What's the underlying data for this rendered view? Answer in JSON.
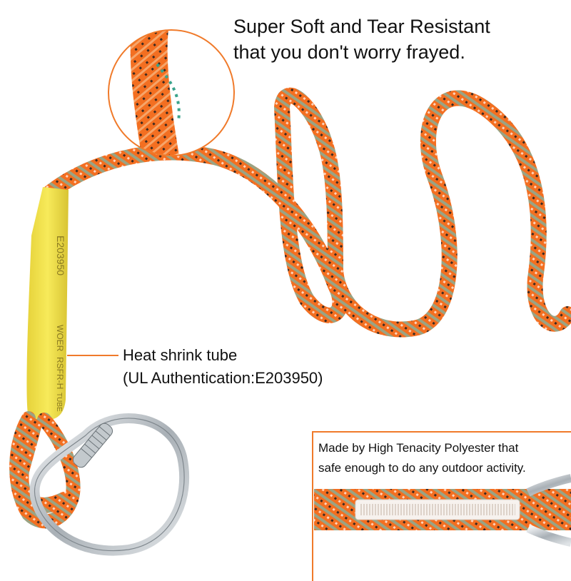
{
  "colors": {
    "rope_orange": "#f36f21",
    "rope_stripe": "#9aa383",
    "tube_yellow": "#f4e44a",
    "accent_orange": "#f07a2a",
    "text": "#111111"
  },
  "captions": {
    "soft": {
      "line1": "Super Soft and Tear Resistant",
      "line2": "that you don't worry frayed."
    },
    "tube": {
      "line1": "Heat shrink tube",
      "line2": "(UL Authentication:E203950)"
    },
    "material": {
      "line1": "Made by High Tenacity Polyester that",
      "line2": "safe enough to do any outdoor activity."
    }
  },
  "tube_print": {
    "code": "E203950",
    "brand": "WOER",
    "model": "RSFR-H",
    "word": "TUBE"
  }
}
